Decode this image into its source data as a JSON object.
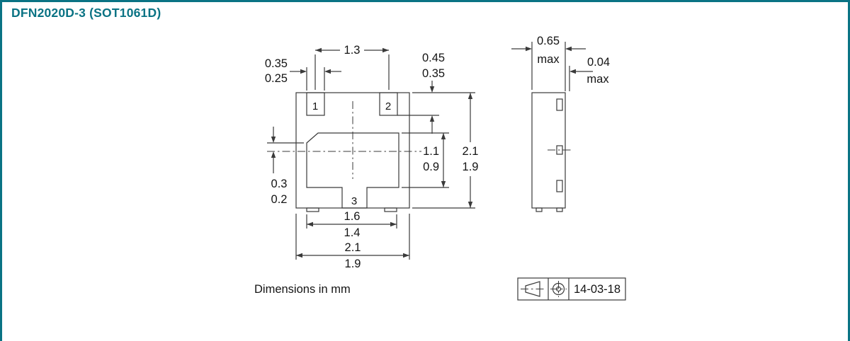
{
  "colors": {
    "accent": "#0a7384",
    "line": "#3a3a3a",
    "text": "#141414"
  },
  "header": {
    "title": "DFN2020D-3 (SOT1061D)"
  },
  "footer": {
    "note": "Dimensions in mm"
  },
  "front_view": {
    "pins": {
      "pin1": "1",
      "pin2": "2",
      "pin3": "3"
    },
    "dimensions": {
      "terminal_pitch": "1.3",
      "terminal_width_max": "0.35",
      "terminal_width_min": "0.25",
      "terminal_length_max": "0.45",
      "terminal_length_min": "0.35",
      "body_height_max": "2.1",
      "body_height_min": "1.9",
      "pad_height_max": "1.1",
      "pad_height_min": "0.9",
      "pad_offset_max": "0.3",
      "pad_offset_min": "0.2",
      "pad_span_max": "1.6",
      "pad_span_min": "1.4",
      "body_width_max": "2.1",
      "body_width_min": "1.9"
    }
  },
  "side_view": {
    "dimensions": {
      "thickness_max": "0.65",
      "thickness_qual": "max",
      "standoff_max": "0.04",
      "standoff_qual": "max"
    }
  },
  "title_block": {
    "date": "14-03-18"
  }
}
